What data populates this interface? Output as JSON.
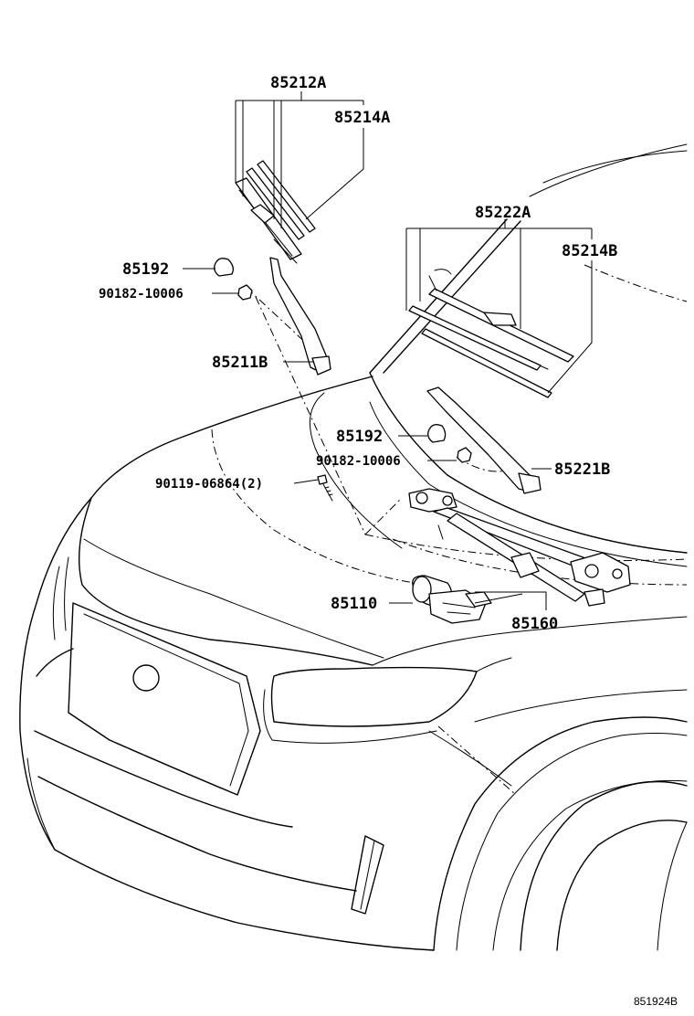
{
  "parts": {
    "blade_set_a": "85212A",
    "blade_rubber_a": "85214A",
    "cap_left": "85192",
    "nut_left": "90182-10006",
    "arm_left": "85211B",
    "blade_set_b": "85222A",
    "blade_rubber_b": "85214B",
    "cap_right": "85192",
    "nut_right": "90182-10006",
    "arm_right": "85221B",
    "bolt": "90119-06864(2)",
    "motor": "85110",
    "link": "85160"
  },
  "diagram_code": "851924B"
}
